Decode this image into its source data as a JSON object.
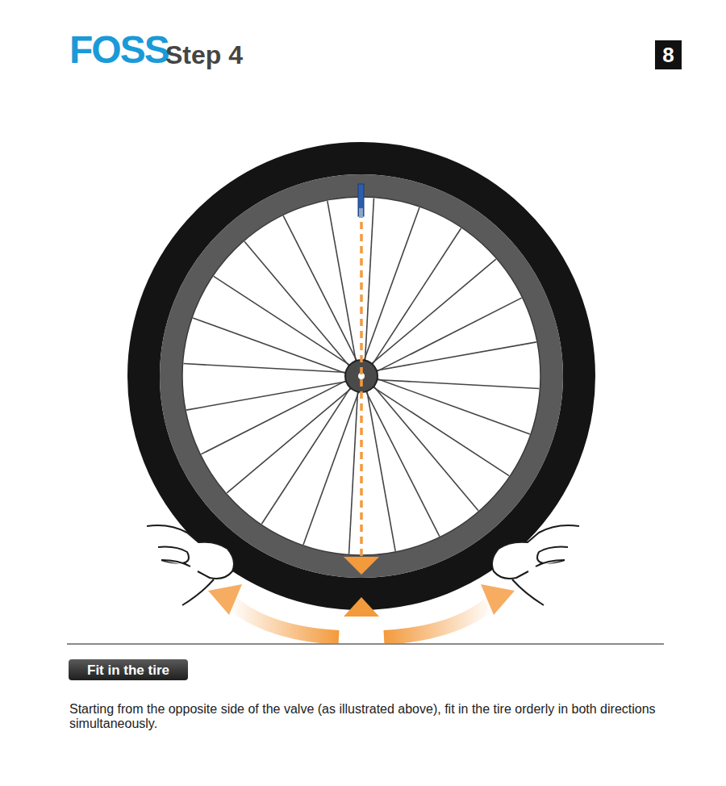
{
  "diagram": {
    "title": "Step 4",
    "caption": "Starting from the opposite side of the valve (as illustrated above), fit in the tire orderly in both directions simultaneously.",
    "nodes": [
      {
        "text": [
          "8"
        ]
      },
      {
        "text": [
          "Fit in the tire"
        ]
      }
    ],
    "labels": [
      "FOSS"
    ]
  }
}
